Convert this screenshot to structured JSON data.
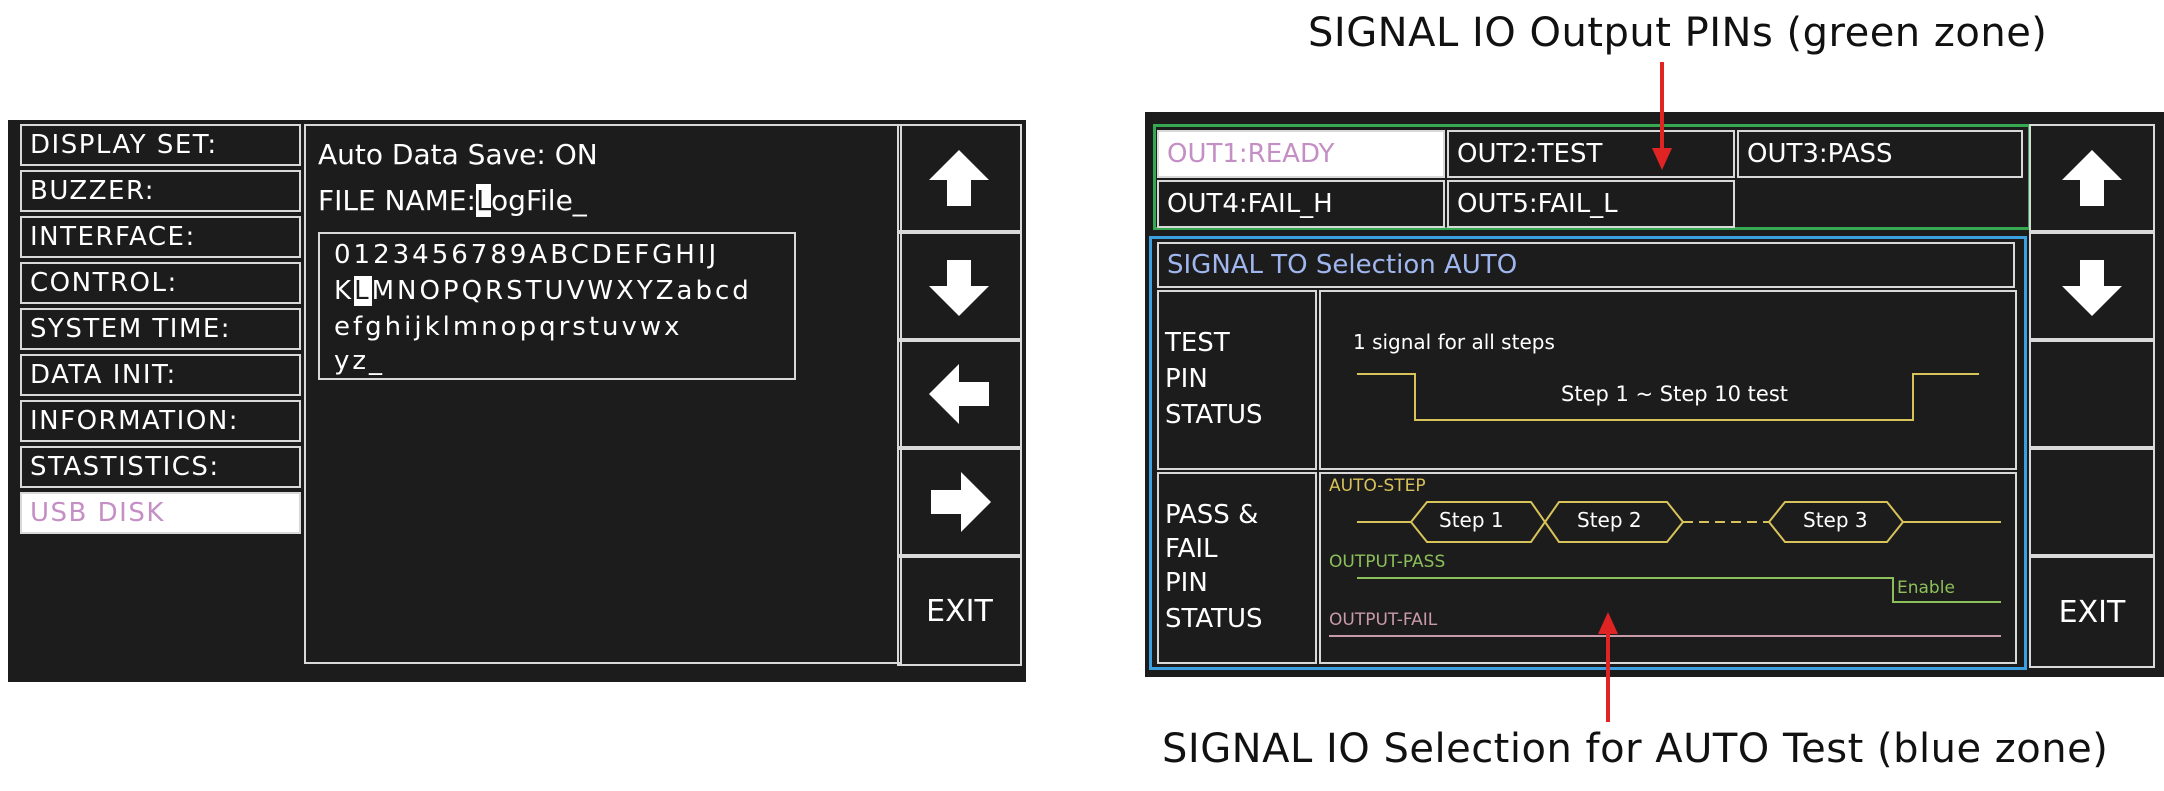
{
  "left_screen": {
    "menu": [
      "DISPLAY SET:",
      "BUZZER:",
      "INTERFACE:",
      "CONTROL:",
      "SYSTEM TIME:",
      "DATA INIT:",
      "INFORMATION:",
      "STASTISTICS:",
      "USB DISK"
    ],
    "selected_menu": "USB DISK",
    "auto_save_label": "Auto Data Save: ON",
    "file_name_label": "FILE NAME:",
    "file_name_cursor_char": "L",
    "file_name_rest": "ogFile_",
    "keyboard": {
      "line1": "0123456789ABCDEFGHIJ",
      "line2_before": "K",
      "line2_cursor": "L",
      "line2_after": "MNOPQRSTUVWXYZabcd",
      "line3": "efghijklmnopqrstuvwx",
      "line4": "yz_"
    },
    "buttons": {
      "up_icon": "arrow-up-icon",
      "down_icon": "arrow-down-icon",
      "left_icon": "arrow-left-icon",
      "right_icon": "arrow-right-icon",
      "exit": "EXIT"
    }
  },
  "right_screen": {
    "outputs": [
      "OUT1:READY",
      "OUT2:TEST",
      "OUT3:PASS",
      "OUT4:FAIL_H",
      "OUT5:FAIL_L"
    ],
    "selected_output": "OUT1:READY",
    "signal_title": "SIGNAL TO Selection AUTO",
    "test_pin_status": [
      "TEST",
      "PIN",
      "STATUS"
    ],
    "pass_fail_status": [
      "PASS &",
      "FAIL",
      "PIN",
      "STATUS"
    ],
    "test_wave": {
      "caption": "1 signal for all steps",
      "step_label": "Step 1 ~ Step 10 test"
    },
    "auto_wave": {
      "auto_step_label": "AUTO-STEP",
      "steps": [
        "Step 1",
        "Step 2",
        "Step 3"
      ],
      "output_pass_label": "OUTPUT-PASS",
      "enable_label": "Enable",
      "output_fail_label": "OUTPUT-FAIL"
    },
    "buttons": {
      "up_icon": "arrow-up-icon",
      "down_icon": "arrow-down-icon",
      "exit": "EXIT"
    }
  },
  "annotations": {
    "top": "SIGNAL IO Output PINs (green zone)",
    "bottom": "SIGNAL IO Selection for AUTO Test (blue zone)"
  },
  "colors": {
    "screen_bg": "#1c1c1c",
    "green_zone": "#36a852",
    "blue_zone": "#3c9fe0",
    "selection_text": "#c48fc4",
    "wave_yellow": "#d8c25a",
    "wave_green": "#8dc05a",
    "wave_pink": "#c99aa8",
    "arrow_red": "#e02424"
  }
}
